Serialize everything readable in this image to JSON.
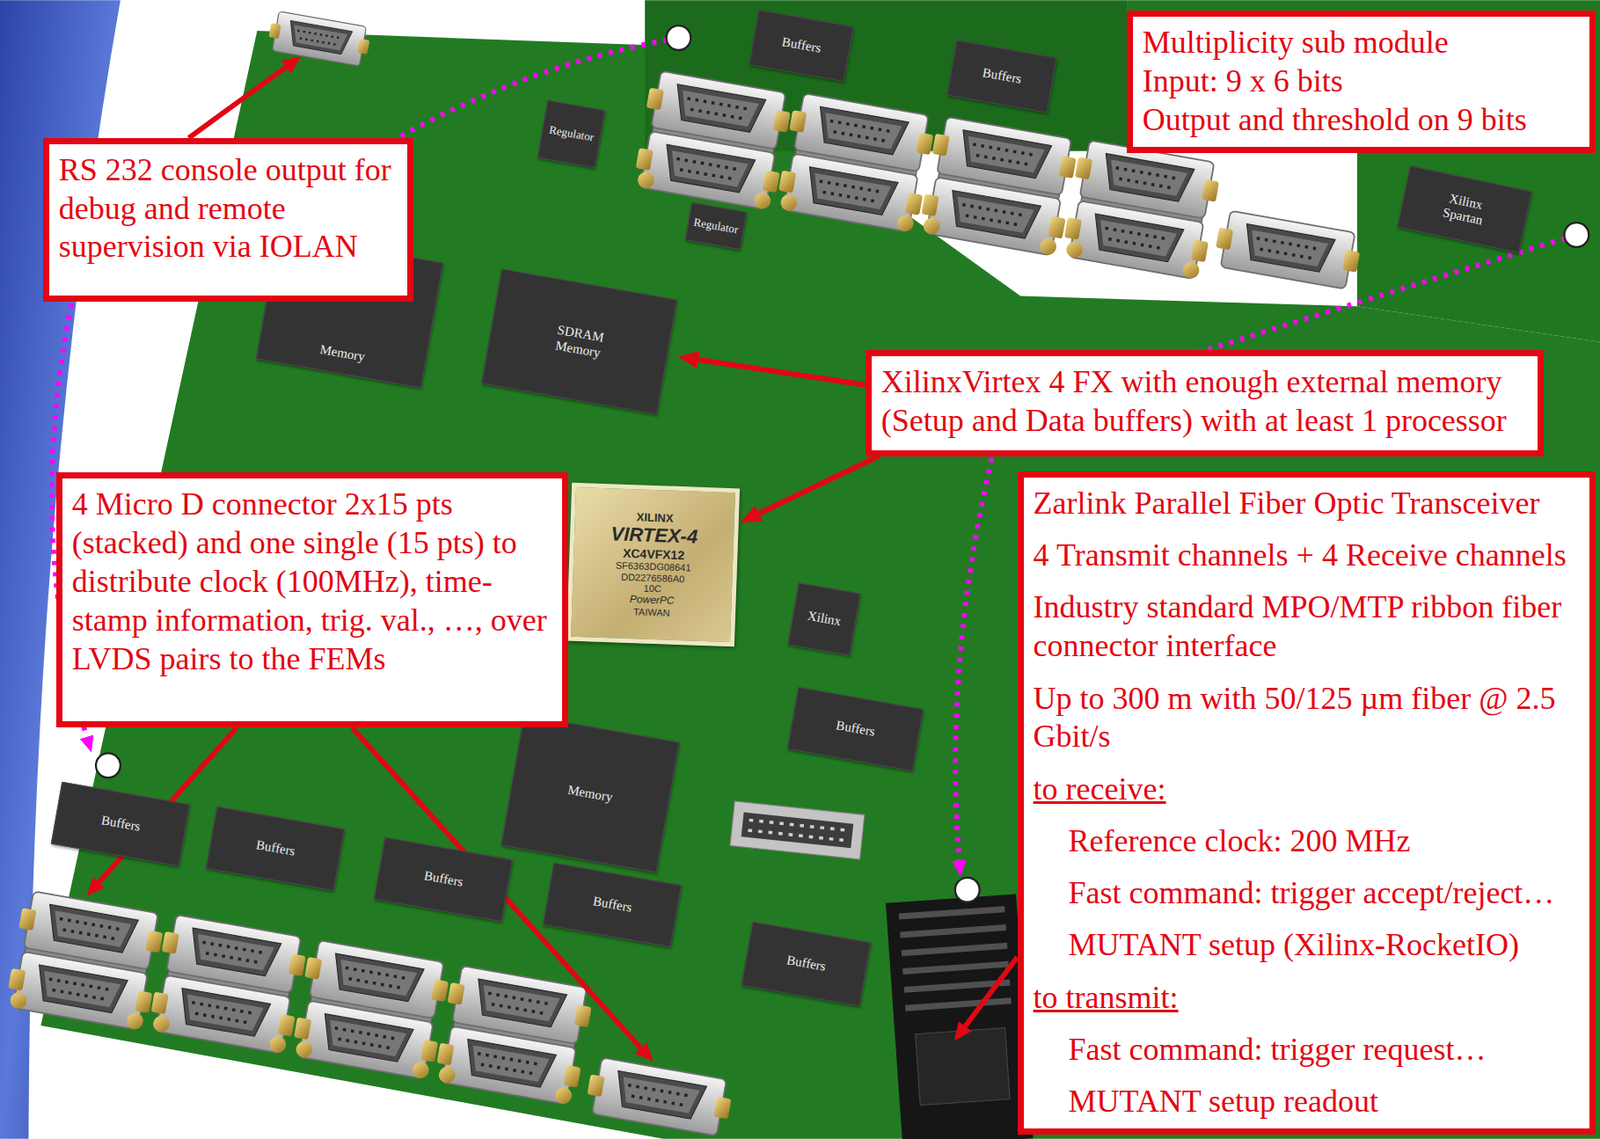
{
  "diagram": {
    "nodes": [
      {
        "text": [
          "Buffers"
        ]
      },
      {
        "text": [
          "Multiplicity sub module",
          "Input: 9 x 6 bits",
          "Output and threshold on 9 bits"
        ]
      },
      {
        "text": [
          "Buffers"
        ]
      },
      {
        "text": [
          "RS 232 console output for debug and remote supervision via IOLAN"
        ]
      },
      {
        "text": [
          "Regulator"
        ]
      },
      {
        "text": [
          "Regulator"
        ]
      },
      {
        "text": [
          "Xilinx Spartan"
        ]
      },
      {
        "text": [
          "Memory"
        ]
      },
      {
        "text": [
          "SDRAM Memory"
        ]
      },
      {
        "text": [
          "XilinxVirtex 4 FX with enough external memory (Setup and Data buffers) with at least 1 processor"
        ]
      },
      {
        "text": [
          "4 Micro D connector 2x15 pts (stacked) and one single (15 pts) to distribute clock (100MHz), time-stamp information, trig. val., …, over LVDS pairs to the FEMs"
        ]
      },
      {
        "text": [
          "XILINX",
          "VIRTEX-4",
          "XC4VFX12",
          "SF6363DG08641",
          "DD2276586A0",
          "10C",
          "PowerPC",
          "TAIWAN"
        ]
      },
      {
        "text": [
          "Zarlink Parallel Fiber Optic Transceiver",
          "4 Transmit channels + 4 Receive channels",
          "Industry standard MPO/MTP ribbon fiber connector interface",
          "Up to 300 m with 50/125 µm fiber @ 2.5 Gbit/s",
          "to receive:",
          "Reference clock: 200 MHz",
          "Fast command: trigger accept/reject…",
          "MUTANT setup (Xilinx-RocketIO)",
          "to transmit:",
          "Fast command: trigger request…",
          "MUTANT setup readout"
        ]
      },
      {
        "text": [
          "Xilinx"
        ]
      },
      {
        "text": [
          "Buffers"
        ]
      },
      {
        "text": [
          "Memory"
        ]
      },
      {
        "text": [
          "Buffers"
        ]
      },
      {
        "text": [
          "Buffers"
        ]
      },
      {
        "text": [
          "Buffers"
        ]
      },
      {
        "text": [
          "Buffers"
        ]
      },
      {
        "text": [
          "Buffers"
        ]
      }
    ],
    "edges": [
      {
        "from": 9,
        "to": 8,
        "arrow": "to"
      },
      {
        "from": 9,
        "to": 11,
        "arrow": "to"
      }
    ]
  }
}
